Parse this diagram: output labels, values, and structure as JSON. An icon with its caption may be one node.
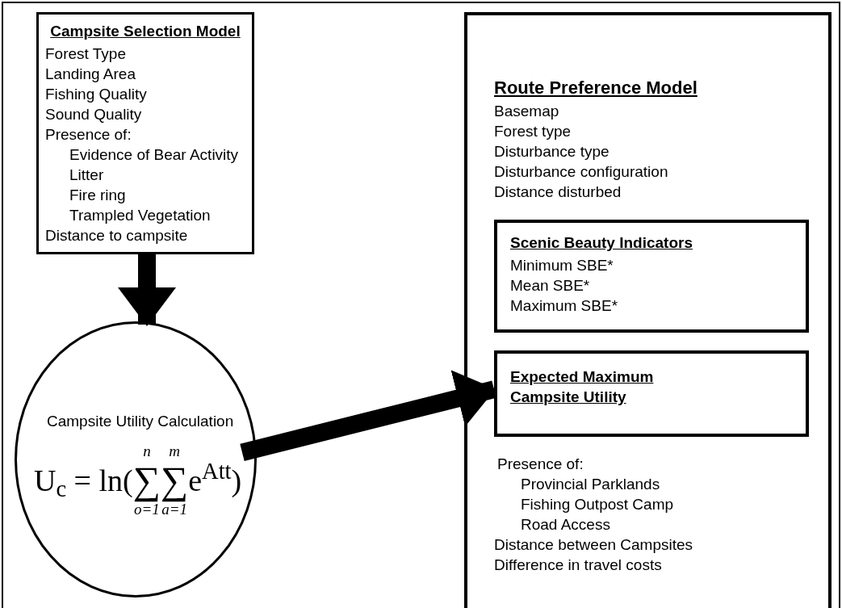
{
  "diagram": {
    "nodes": [
      {
        "text": [
          "Campsite Selection Model",
          "Forest Type",
          "Landing Area",
          "Fishing Quality",
          "Sound Quality",
          "Presence of:",
          "Evidence of Bear Activity",
          "Litter",
          "Fire ring",
          "Trampled Vegetation",
          "Distance to campsite"
        ]
      },
      {
        "text": [
          "Campsite Utility Calculation",
          "U$_{c}$ = ln(",
          "∑",
          "∑",
          "e$^{Att}$)"
        ]
      },
      {
        "text": [
          "Route Preference Model",
          "Basemap",
          "Forest type",
          "Disturbance type",
          "Disturbance configuration",
          "Distance disturbed",
          "Presence of:",
          "Provincial Parklands",
          "Fishing Outpost Camp",
          "Road Access",
          "Distance between Campsites",
          "Difference in travel costs"
        ]
      },
      {
        "text": [
          "Scenic Beauty Indicators",
          "Minimum SBE*",
          "Mean SBE*",
          "Maximum SBE*"
        ],
        "in": 2
      },
      {
        "text": [
          "Expected Maximum Campsite Utility"
        ],
        "in": 2
      }
    ],
    "edges": [
      {
        "from": 0,
        "to": 1,
        "arrow": "to"
      },
      {
        "from": 1,
        "to": 4,
        "arrow": "to"
      }
    ],
    "labels": [
      "n",
      "m",
      "o=1",
      "a=1"
    ]
  }
}
